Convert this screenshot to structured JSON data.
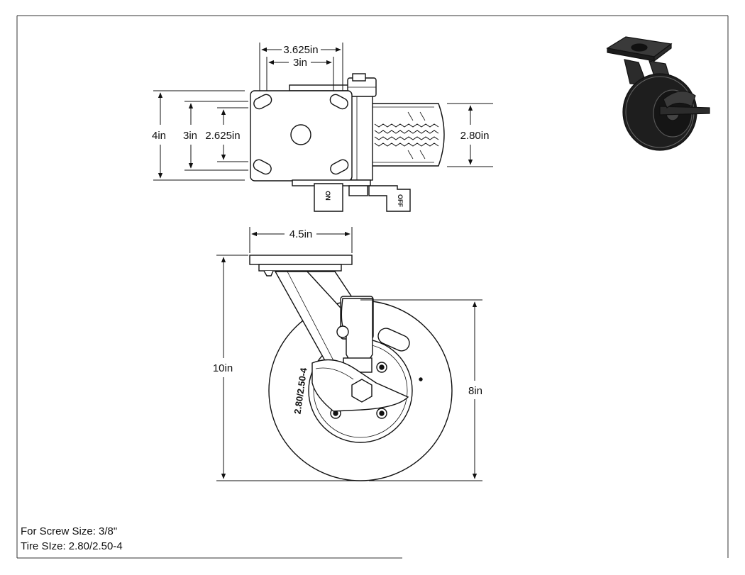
{
  "top_view": {
    "dims": {
      "outer_width": "3.625in",
      "bolt_width": "3in",
      "plate_length": "4in",
      "bolt_length": "3in",
      "inner_slot": "2.625in",
      "tire_width": "2.80in"
    },
    "brake_labels": {
      "on": "ON",
      "off": "OFF"
    }
  },
  "side_view": {
    "dims": {
      "plate_width": "4.5in",
      "overall_height": "10in",
      "wheel_diameter": "8in"
    },
    "tire_marking": "2.80/2.50-4"
  },
  "notes": {
    "screw_size": "For Screw Size: 3/8\"",
    "tire_size": "Tire SIze: 2.80/2.50-4"
  }
}
